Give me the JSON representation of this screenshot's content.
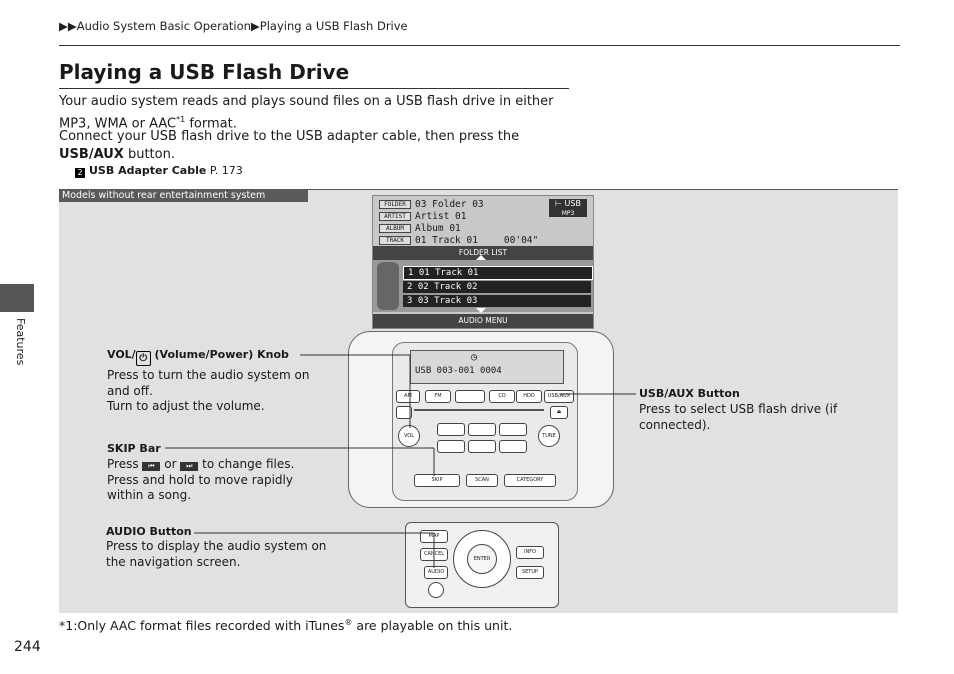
{
  "breadcrumb": {
    "arrows": "▶▶",
    "part1": "Audio System Basic Operation",
    "sep": "▶",
    "part2": "Playing a USB Flash Drive"
  },
  "title": "Playing a USB Flash Drive",
  "paragraphs": {
    "p1_before": "Your audio system reads and plays sound files on a USB flash drive in either MP3, WMA or AAC",
    "p1_sup": "*1",
    "p1_after": " format.",
    "p2_before": "Connect your USB flash drive to the USB adapter cable, then press the ",
    "p2_bold": "USB/AUX",
    "p2_after": " button."
  },
  "xref": {
    "marker": "2",
    "label": "USB Adapter Cable",
    "page": " P. 173"
  },
  "side_tab_label": "Features",
  "figure": {
    "model_tag": "Models without rear entertainment system",
    "screen": {
      "rows": [
        {
          "tag": "FOLDER",
          "value": "03 Folder 03"
        },
        {
          "tag": "ARTIST",
          "value": "Artist 01"
        },
        {
          "tag": "ALBUM",
          "value": "Album 01"
        },
        {
          "tag": "TRACK",
          "value": "01 Track 01",
          "time": "00'04\""
        }
      ],
      "source": "USB",
      "format": "MP3",
      "folder_list": "FOLDER LIST",
      "tracks": [
        "01 Track 01",
        "02 Track 02",
        "03 Track 03"
      ],
      "track_nums": [
        "1",
        "2",
        "3"
      ],
      "audio_menu": "AUDIO MENU"
    },
    "unit_buttons": [
      "AM",
      "FM",
      "",
      "CD",
      "HDD",
      "USB/AUX"
    ],
    "unit_display": "USB 003-001 0004",
    "unit_lower": [
      "SKIP",
      "SCAN",
      "CATEGORY"
    ],
    "knob_labels": {
      "vol": "VOL",
      "tune": "TUNE"
    },
    "nav_buttons": [
      "MAP",
      "CANCEL",
      "AUDIO",
      "INFO",
      "SETUP"
    ],
    "dial_label": "ENTER",
    "callouts": {
      "vol": {
        "head_before": "VOL/",
        "head_after": " (Volume/Power) Knob",
        "lines": [
          "Press to turn the audio system on",
          "and off.",
          "Turn to adjust the volume."
        ]
      },
      "skip": {
        "head": "SKIP Bar",
        "line1_before": "Press ",
        "line1_mid": " or ",
        "line1_after": " to change files.",
        "lines": [
          "Press and hold to move rapidly",
          "within a song."
        ]
      },
      "audio": {
        "head": "AUDIO Button",
        "lines": [
          "Press to display the audio system on",
          "the navigation screen."
        ]
      },
      "usb": {
        "head": "USB/AUX Button",
        "lines": [
          "Press to select USB flash drive (if",
          "connected)."
        ]
      }
    }
  },
  "footnote": {
    "before": "*1:Only AAC format files recorded with iTunes",
    "reg": "®",
    "after": " are playable on this unit."
  },
  "page_number": "244"
}
